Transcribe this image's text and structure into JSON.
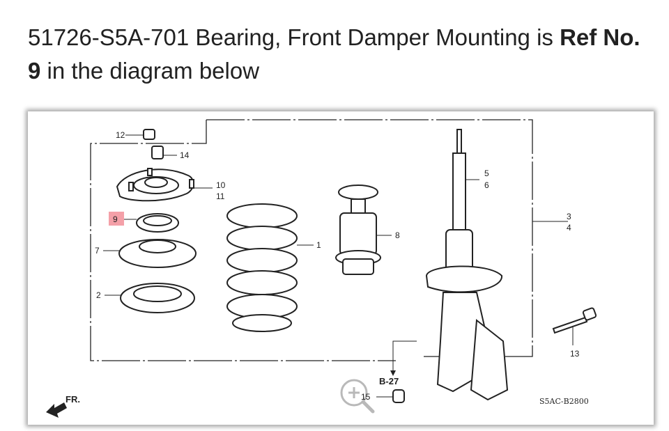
{
  "heading": {
    "part_number_text": "51726-S5A-701 Bearing, Front Damper Mounting is ",
    "ref_text": "Ref No. 9",
    "suffix_text": " in the diagram below"
  },
  "diagram": {
    "callouts": {
      "c12": "12",
      "c14": "14",
      "c10": "10",
      "c11": "11",
      "c9": "9",
      "c7": "7",
      "c2": "2",
      "c1": "1",
      "c8": "8",
      "c5": "5",
      "c6": "6",
      "c3": "3",
      "c4": "4",
      "c13": "13",
      "cb27": "B-27",
      "c15": "15"
    },
    "direction_label": "FR.",
    "diagram_code": "S5AC-B2800",
    "highlight_color": "#f4a0a8"
  }
}
